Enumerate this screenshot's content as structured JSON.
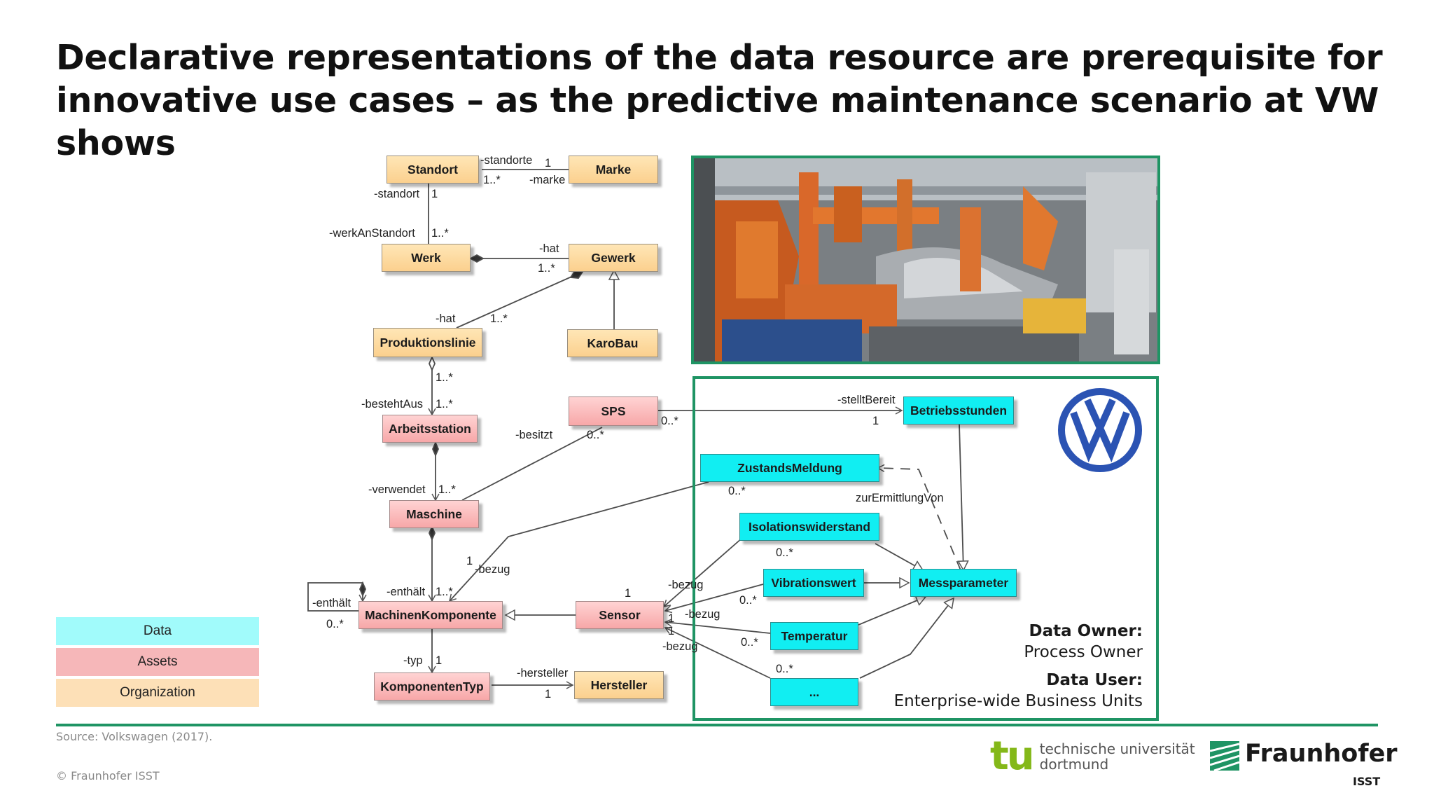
{
  "slide": {
    "title_line1": "Declarative representations of the data resource are prerequisite for",
    "title_line2": "innovative use cases – as the predictive maintenance scenario at VW shows"
  },
  "legend": [
    {
      "label": "Data",
      "color": "#a1fbfb"
    },
    {
      "label": "Assets",
      "color": "#f6b7b9"
    },
    {
      "label": "Organization",
      "color": "#fde0b7"
    }
  ],
  "classes": {
    "standort": "Standort",
    "marke": "Marke",
    "werk": "Werk",
    "gewerk": "Gewerk",
    "produktionslinie": "Produktionslinie",
    "karobau": "KaroBau",
    "sps": "SPS",
    "arbeitsstation": "Arbeitsstation",
    "maschine": "Maschine",
    "maschinenkomponente": "MachinenKomponente",
    "sensor": "Sensor",
    "komponententyp": "KomponentenTyp",
    "hersteller": "Hersteller",
    "betriebsstunden": "Betriebsstunden",
    "zustandsmeldung": "ZustandsMeldung",
    "isolationswiderstand": "Isolationswiderstand",
    "vibrationswert": "Vibrationswert",
    "messparameter": "Messparameter",
    "temperatur": "Temperatur",
    "ellipsis": "..."
  },
  "roles": {
    "standorte": "-standorte",
    "one_a": "1",
    "one_many_a": "1..*",
    "marke": "-marke",
    "standort": "-standort",
    "one_b": "1",
    "werkAnStandort": "-werkAnStandort",
    "one_many_b": "1..*",
    "hat_a": "-hat",
    "one_many_c": "1..*",
    "hat_b": "-hat",
    "one_many_d": "1..*",
    "one_many_e": "1..*",
    "bestehtAus": "-bestehtAus",
    "one_many_f": "1..*",
    "besitzt": "-besitzt",
    "zero_many_a": "0..*",
    "zero_many_b": "0..*",
    "stelltBereit": "-stelltBereit",
    "one_c": "1",
    "verwendet": "-verwendet",
    "one_many_g": "1..*",
    "zero_many_c": "0..*",
    "zurErmittlungVon": "zurErmittlungVon",
    "one_d": "1",
    "bezug_a": "-bezug",
    "enthaelt_a": "-enthält",
    "one_many_h": "1..*",
    "enthaelt_b": "-enthält",
    "zero_many_d": "0..*",
    "one_e": "1",
    "bezug_b": "-bezug",
    "zero_many_e": "0..*",
    "zero_many_f": "0..*",
    "bezug_c": "-bezug",
    "one_f": "1",
    "one_g": "1",
    "zero_many_g": "0..*",
    "bezug_d": "-bezug",
    "zero_many_h": "0..*",
    "typ": "-typ",
    "one_h": "1",
    "hersteller_role": "-hersteller",
    "one_i": "1"
  },
  "data_owner_label": "Data Owner:",
  "data_owner_value": "Process Owner",
  "data_user_label": "Data User:",
  "data_user_value": "Enterprise-wide Business Units",
  "source": "Source: Volkswagen (2017).",
  "copyright": "© Fraunhofer ISST",
  "tu_line1": "technische universität",
  "tu_line2": "dortmund",
  "tu_mark": "tu",
  "fraunhofer": "Fraunhofer",
  "isst": "ISST",
  "colors": {
    "accent_green": "#1f9464",
    "data_cyan": "#11eef2",
    "vw_blue": "#2b53b3",
    "tu_green": "#84b819"
  }
}
